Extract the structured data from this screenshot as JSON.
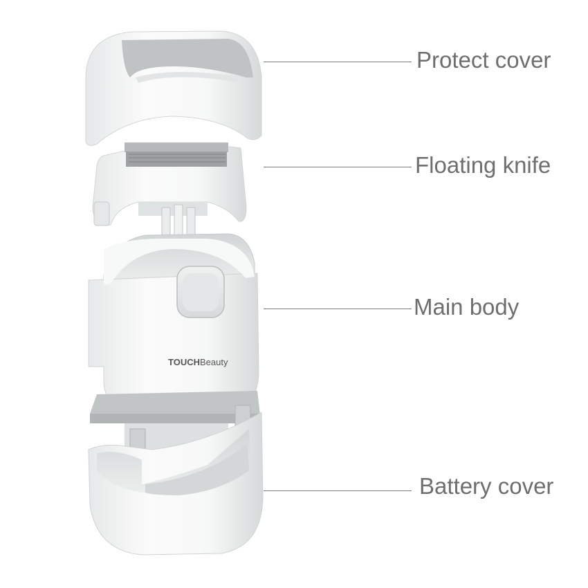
{
  "product": {
    "brand_bold": "TOUCH",
    "brand_regular": "Beauty"
  },
  "parts": [
    {
      "id": "protect-cover",
      "label": "Protect cover"
    },
    {
      "id": "floating-knife",
      "label": "Floating knife"
    },
    {
      "id": "main-body",
      "label": "Main body"
    },
    {
      "id": "battery-cover",
      "label": "Battery cover"
    }
  ],
  "colors": {
    "shell": "#f4f5f5",
    "shell_shadow": "#d9dcdd",
    "inner_gray": "#c9cccd",
    "dark_gray": "#8f9394",
    "label": "#6e6e6e",
    "line": "#7a7a7a"
  }
}
